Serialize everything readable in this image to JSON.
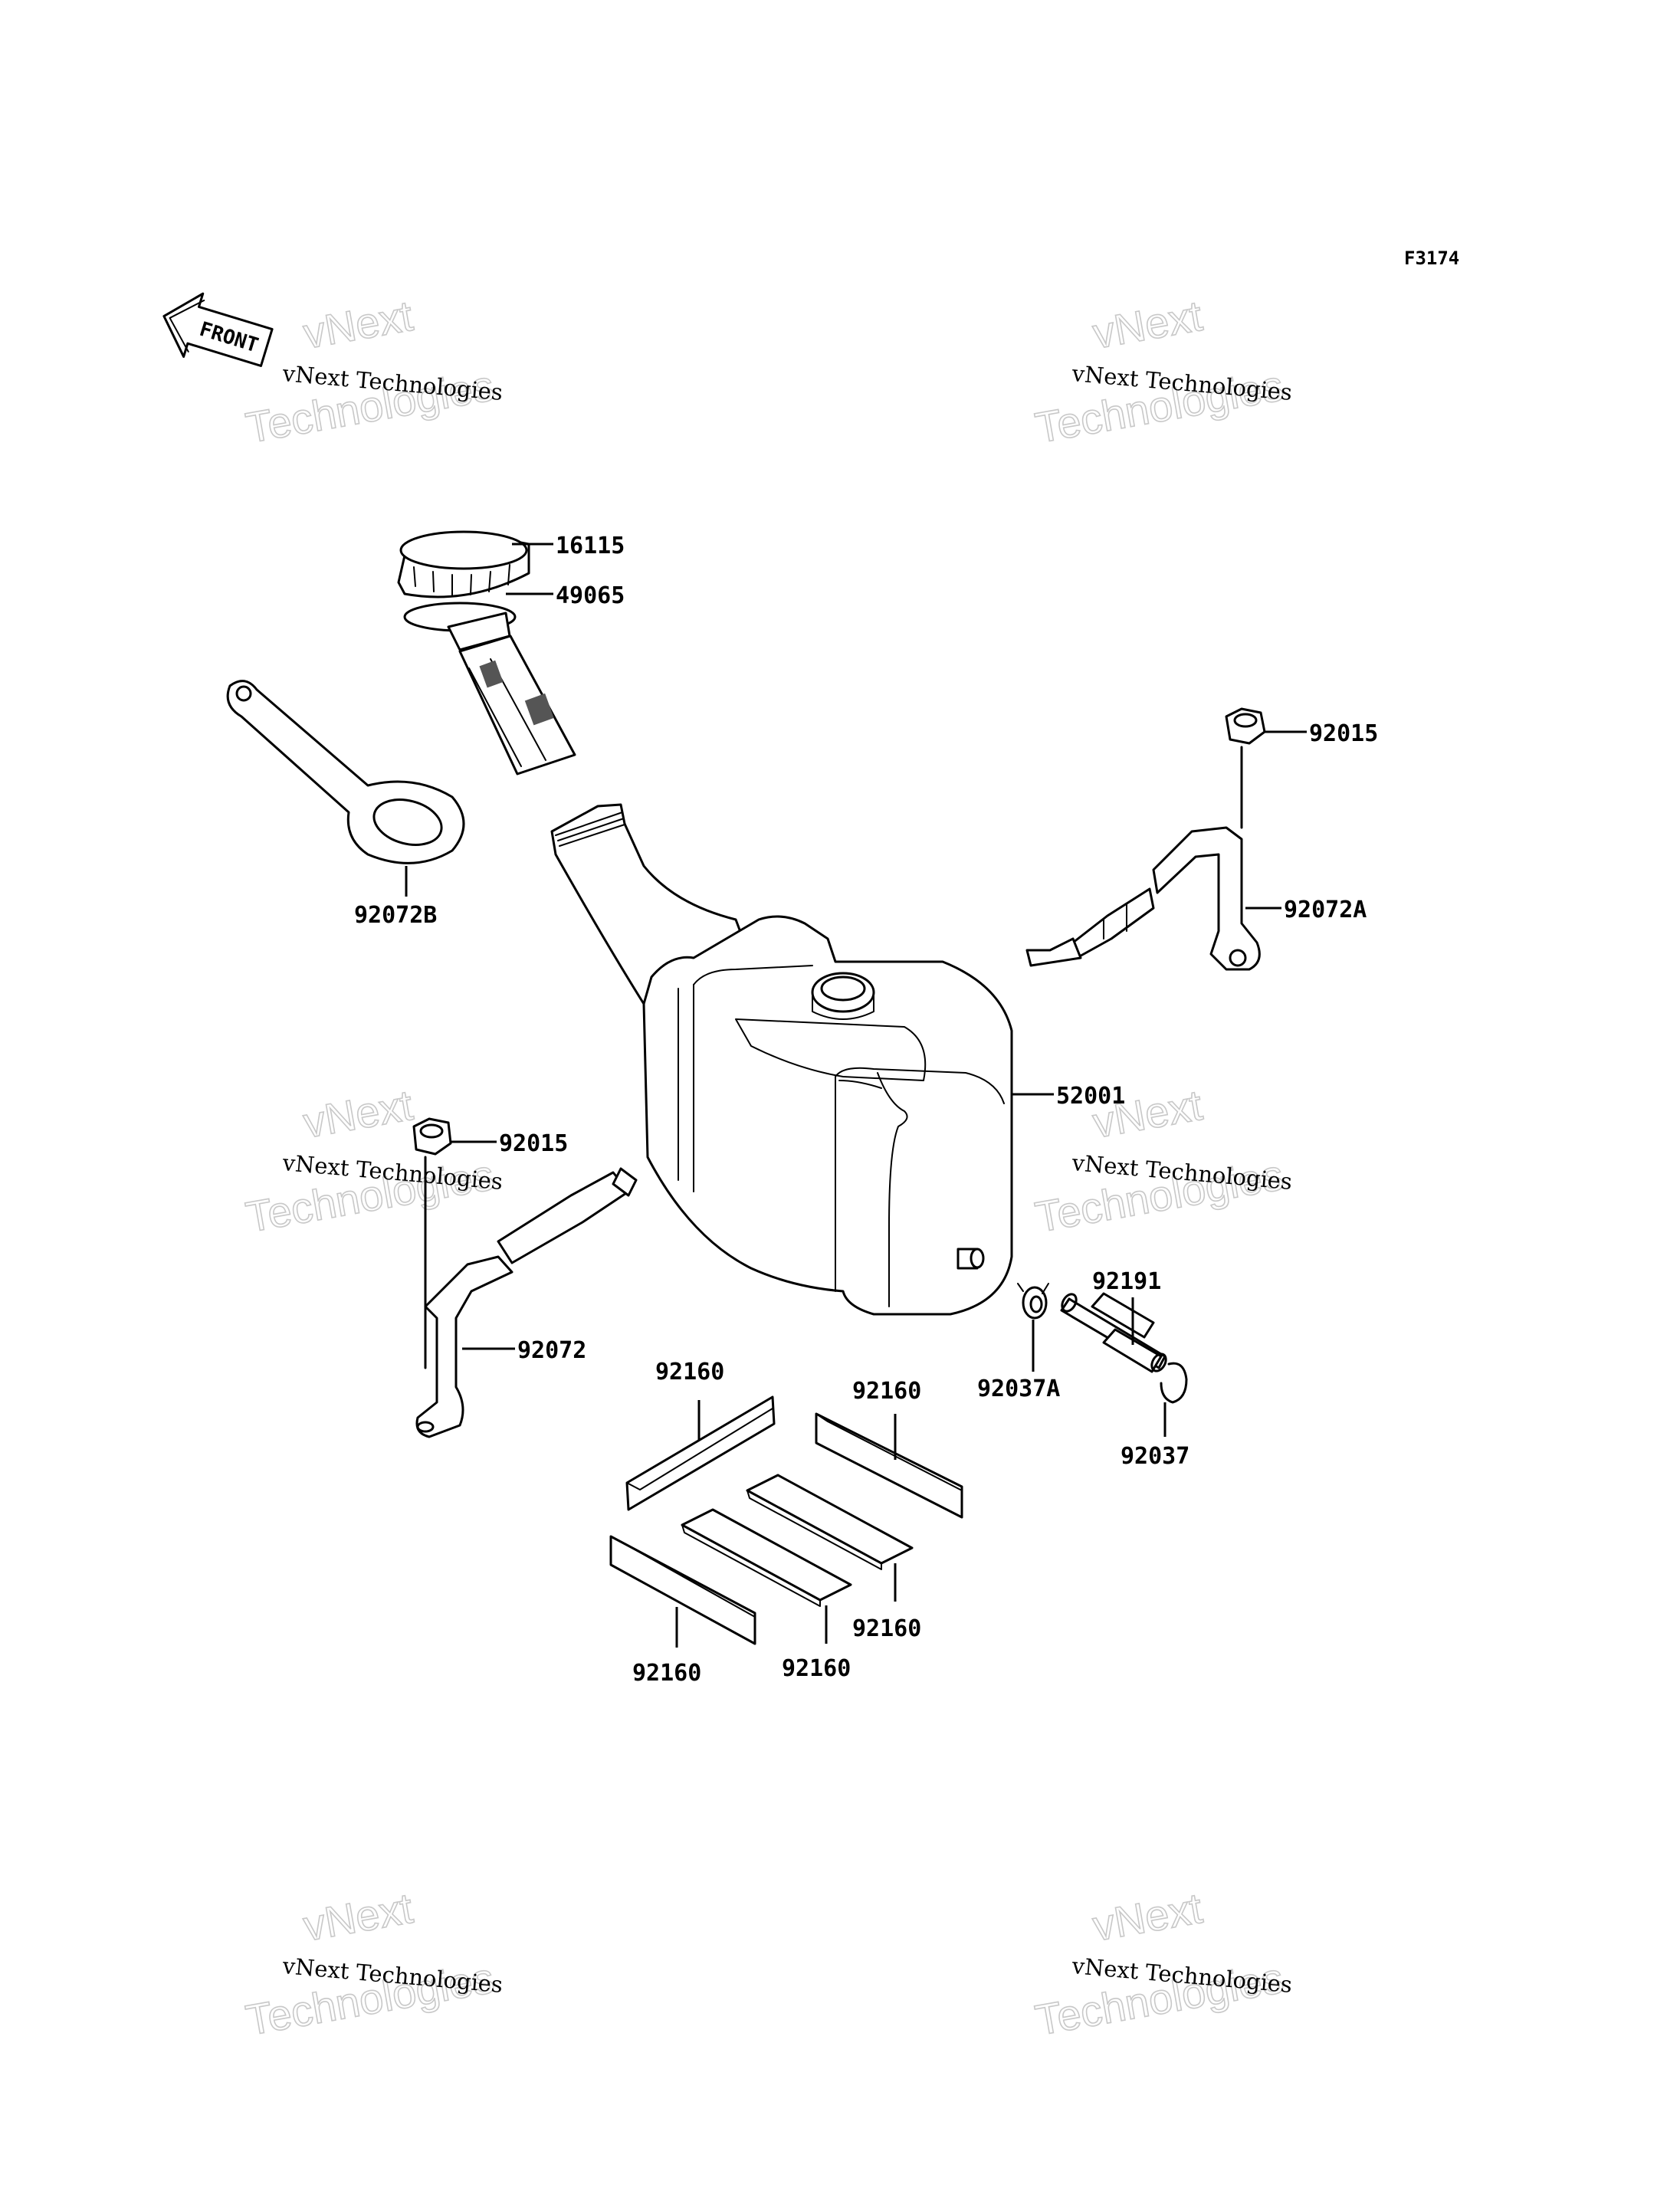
{
  "figure_code": "F3174",
  "front_indicator": "FRONT",
  "watermark": {
    "line1": "vNext",
    "line2": "Technologies",
    "small": "vNext Technologies"
  },
  "parts": {
    "cap": "16115",
    "filter": "49065",
    "band_left": "92072B",
    "nut_right": "92015",
    "bracket_right": "92072A",
    "tank": "52001",
    "nut_left": "92015",
    "bracket_left": "92072",
    "hose": "92191",
    "clamp_a": "92037A",
    "clamp": "92037",
    "pad_1": "92160",
    "pad_2": "92160",
    "pad_3": "92160",
    "pad_4": "92160",
    "pad_5": "92160"
  }
}
